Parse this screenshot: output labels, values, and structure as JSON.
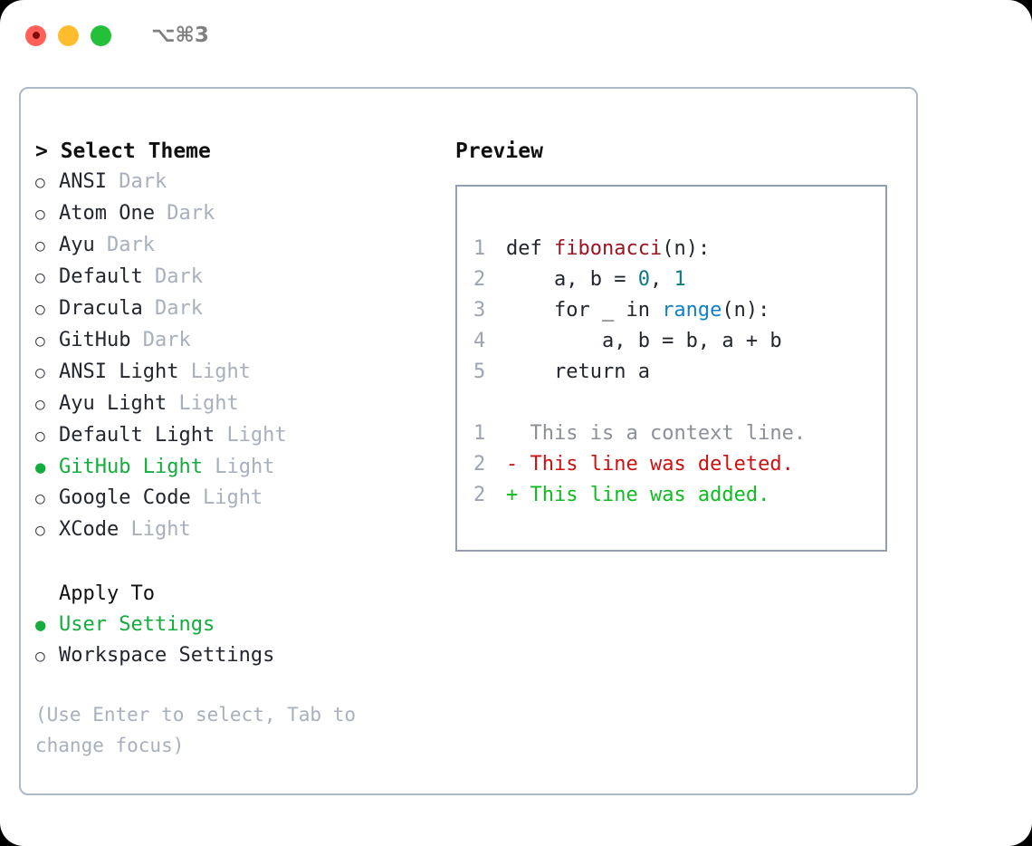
{
  "window": {
    "traffic_lights": [
      "close",
      "minimize",
      "maximize"
    ],
    "shortcut": "⌥⌘3"
  },
  "theme_panel": {
    "header": "> Select Theme",
    "options": [
      {
        "bullet": "○",
        "name": "ANSI",
        "tag": "Dark",
        "selected": false
      },
      {
        "bullet": "○",
        "name": "Atom One",
        "tag": "Dark",
        "selected": false
      },
      {
        "bullet": "○",
        "name": "Ayu",
        "tag": "Dark",
        "selected": false
      },
      {
        "bullet": "○",
        "name": "Default",
        "tag": "Dark",
        "selected": false
      },
      {
        "bullet": "○",
        "name": "Dracula",
        "tag": "Dark",
        "selected": false
      },
      {
        "bullet": "○",
        "name": "GitHub",
        "tag": "Dark",
        "selected": false
      },
      {
        "bullet": "○",
        "name": "ANSI Light",
        "tag": "Light",
        "selected": false
      },
      {
        "bullet": "○",
        "name": "Ayu Light",
        "tag": "Light",
        "selected": false
      },
      {
        "bullet": "○",
        "name": "Default Light",
        "tag": "Light",
        "selected": false
      },
      {
        "bullet": "●",
        "name": "GitHub Light",
        "tag": "Light",
        "selected": true
      },
      {
        "bullet": "○",
        "name": "Google Code",
        "tag": "Light",
        "selected": false
      },
      {
        "bullet": "○",
        "name": "XCode",
        "tag": "Light",
        "selected": false
      }
    ]
  },
  "apply_to": {
    "title": "Apply To",
    "options": [
      {
        "bullet": "●",
        "name": "User Settings",
        "selected": true
      },
      {
        "bullet": "○",
        "name": "Workspace Settings",
        "selected": false
      }
    ]
  },
  "hint": "(Use Enter to select, Tab to change focus)",
  "preview": {
    "title": "Preview",
    "code_lines": [
      {
        "lineno": "1",
        "tokens": [
          {
            "text": "def ",
            "kind": "plain"
          },
          {
            "text": "fibonacci",
            "kind": "fn"
          },
          {
            "text": "(n):",
            "kind": "plain"
          }
        ]
      },
      {
        "lineno": "2",
        "tokens": [
          {
            "text": "    a, b = ",
            "kind": "plain"
          },
          {
            "text": "0",
            "kind": "num"
          },
          {
            "text": ", ",
            "kind": "plain"
          },
          {
            "text": "1",
            "kind": "num"
          }
        ]
      },
      {
        "lineno": "3",
        "tokens": [
          {
            "text": "    for _ in ",
            "kind": "plain"
          },
          {
            "text": "range",
            "kind": "call"
          },
          {
            "text": "(n):",
            "kind": "plain"
          }
        ]
      },
      {
        "lineno": "4",
        "tokens": [
          {
            "text": "        a, b = b, a + b",
            "kind": "plain"
          }
        ]
      },
      {
        "lineno": "5",
        "tokens": [
          {
            "text": "    return a",
            "kind": "plain"
          }
        ]
      }
    ],
    "diff_lines": [
      {
        "lineno": "1",
        "marker": "  ",
        "text": "This is a context line.",
        "kind": "ctx"
      },
      {
        "lineno": "2",
        "marker": "- ",
        "text": "This line was deleted.",
        "kind": "del"
      },
      {
        "lineno": "2",
        "marker": "+ ",
        "text": "This line was added.",
        "kind": "add"
      }
    ]
  },
  "colors": {
    "accent_green": "#12ad3c",
    "muted": "#a8b0bd",
    "panel_border": "#aeb8c6",
    "code_border": "#94a0b2",
    "syntax_function": "#9c1420",
    "syntax_number": "#0d7a82",
    "syntax_call": "#1180c4",
    "diff_context": "#8a8f98",
    "diff_deleted": "#cc1111",
    "diff_added": "#11bb22",
    "traffic_red": "#ff6159",
    "traffic_yellow": "#ffbd2e",
    "traffic_green": "#24c03a"
  }
}
